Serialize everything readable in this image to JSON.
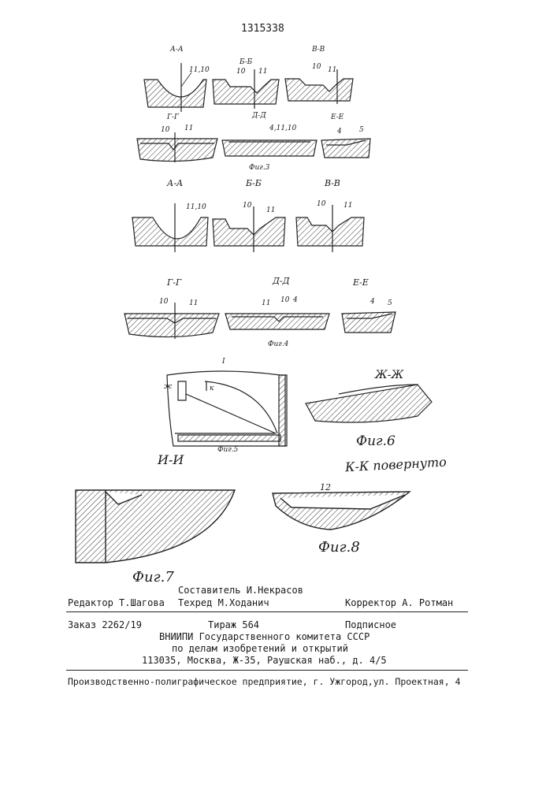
{
  "patent_number": "1315338",
  "fig3": {
    "sections": [
      "А-А",
      "Б-Б",
      "В-В",
      "Г-Г",
      "Д-Д",
      "Е-Е"
    ],
    "refs": {
      "aa": "11,10",
      "bb_a": "10",
      "bb_b": "11",
      "vv_a": "10",
      "vv_b": "11",
      "gg_a": "10",
      "gg_b": "11",
      "dd": "4,11,10",
      "ee_a": "4",
      "ee_b": "5"
    },
    "caption": "Фиг.3"
  },
  "fig4": {
    "sections": [
      "А-А",
      "Б-Б",
      "В-В",
      "Г-Г",
      "Д-Д",
      "Е-Е"
    ],
    "refs": {
      "aa": "11,10",
      "bb_a": "10",
      "bb_b": "11",
      "vv_a": "10",
      "vv_b": "11",
      "gg_a": "10",
      "gg_b": "11",
      "dd_a": "11",
      "dd_b": "10",
      "dd_c": "4",
      "ee_a": "4",
      "ee_b": "5"
    },
    "caption": "Фиг.4"
  },
  "fig5": {
    "label_top": "I",
    "label_zh": "ж",
    "label_k": "к",
    "caption": "Фиг.5"
  },
  "fig6": {
    "section": "Ж-Ж",
    "caption": "Фиг.6"
  },
  "fig7": {
    "section": "И-И",
    "caption": "Фиг.7"
  },
  "fig8": {
    "section": "К-К повернуто",
    "ref": "12",
    "caption": "Фиг.8"
  },
  "imprint": {
    "compiler": "Составитель И.Некрасов",
    "editor": "Редактор Т.Шагова",
    "techred": "Техред М.Ходанич",
    "corrector": "Корректор  А. Ротман",
    "order": "Заказ 2262/19",
    "circulation": "Тираж 564",
    "subscription": "Подписное",
    "org_line1": "ВНИИПИ Государственного комитета СССР",
    "org_line2": "по делам изобретений и открытий",
    "address": "113035, Москва, Ж-35, Раушская наб., д. 4/5",
    "printer": "Производственно-полиграфическое предприятие, г. Ужгород,ул. Проектная, 4"
  }
}
